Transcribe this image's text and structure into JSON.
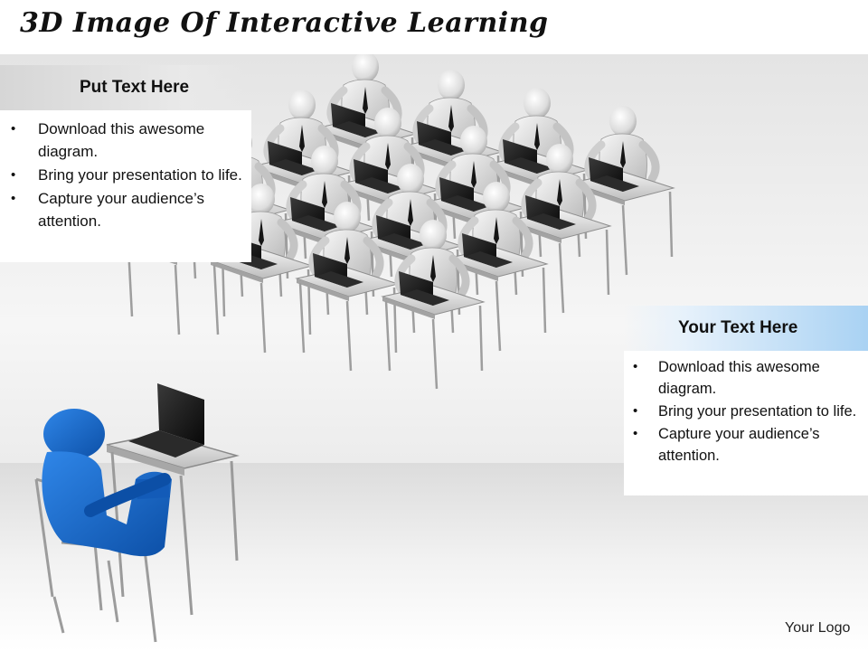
{
  "slide": {
    "title": "3D Image Of Interactive Learning",
    "left_panel": {
      "heading": "Put Text Here",
      "bullets": [
        "Download this awesome diagram.",
        "Bring your presentation to life.",
        "Capture your audience’s attention."
      ]
    },
    "right_panel": {
      "heading": "Your Text Here",
      "bullets": [
        "Download this awesome diagram.",
        "Bring your presentation to life.",
        "Capture your audience’s attention."
      ]
    },
    "logo": "Your Logo",
    "bullet_glyph": "•"
  },
  "colors": {
    "teacher": "#1565c8",
    "student": "#e8e8e8",
    "laptop": "#1e1e1e",
    "desk": "#d9d9d9",
    "right_header_accent": "#a9d2f3"
  },
  "scene": {
    "student_rows": 4,
    "students_per_row": 4,
    "teacher_count": 1
  }
}
